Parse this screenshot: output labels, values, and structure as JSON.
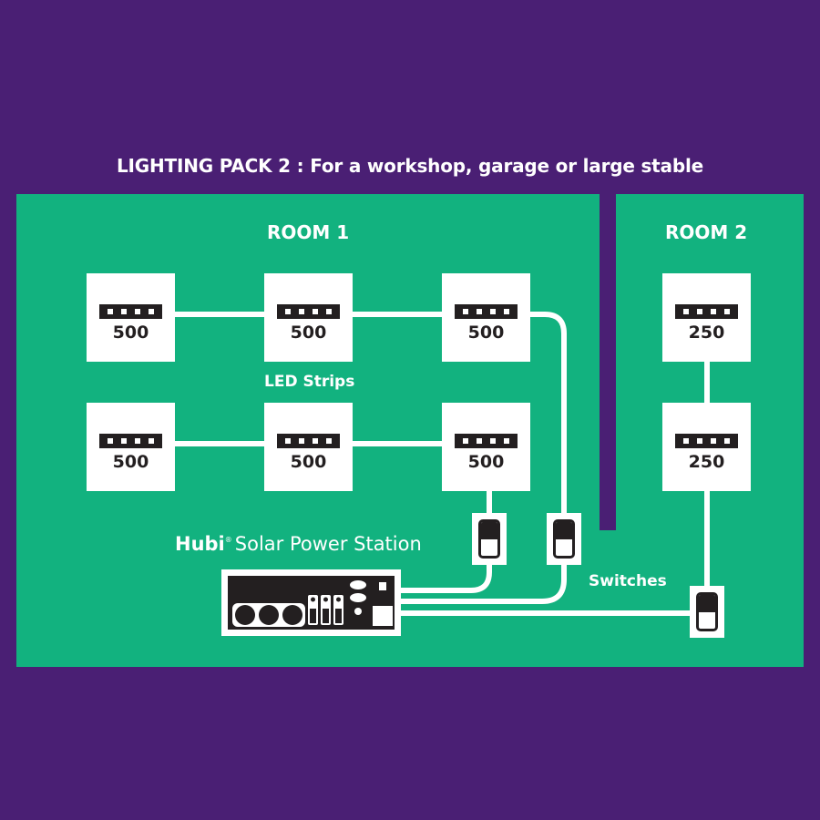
{
  "title": "LIGHTING PACK 2 : For a workshop, garage or large stable",
  "colors": {
    "background": "#4a1f74",
    "panel": "#12b27f",
    "wire": "#ffffff",
    "device": "#231f20"
  },
  "rooms": [
    {
      "label": "ROOM 1",
      "lights": [
        {
          "row": 1,
          "col": 1,
          "value": "500"
        },
        {
          "row": 1,
          "col": 2,
          "value": "500"
        },
        {
          "row": 1,
          "col": 3,
          "value": "500"
        },
        {
          "row": 2,
          "col": 1,
          "value": "500"
        },
        {
          "row": 2,
          "col": 2,
          "value": "500"
        },
        {
          "row": 2,
          "col": 3,
          "value": "500"
        }
      ],
      "lights_label": "LED Strips"
    },
    {
      "label": "ROOM 2",
      "lights": [
        {
          "row": 1,
          "col": 1,
          "value": "250"
        },
        {
          "row": 2,
          "col": 1,
          "value": "250"
        }
      ]
    }
  ],
  "switches_label": "Switches",
  "switches": [
    {
      "name": "switch-room1-row2",
      "state": "off"
    },
    {
      "name": "switch-room1-row1",
      "state": "off"
    },
    {
      "name": "switch-room2",
      "state": "off"
    }
  ],
  "power_station": {
    "brand": "Hubi",
    "registered": "®",
    "label": "Solar Power Station"
  }
}
